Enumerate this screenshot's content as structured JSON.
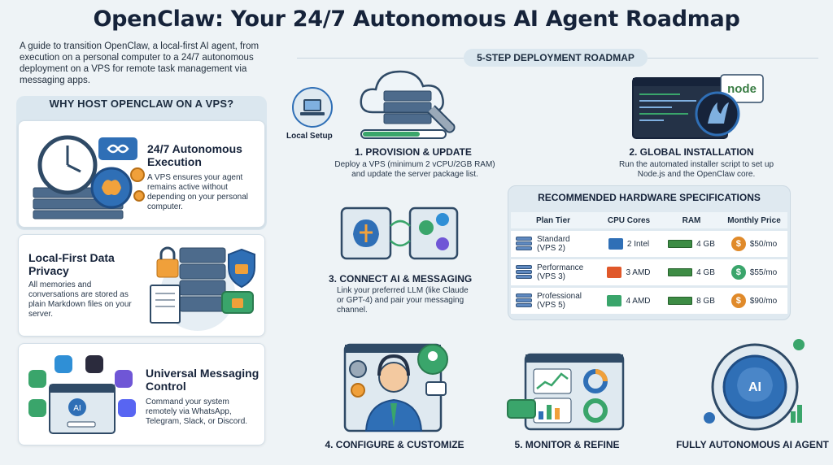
{
  "title": "OpenClaw: Your 24/7 Autonomous AI Agent Roadmap",
  "intro": "A guide to transition OpenClaw, a local-first AI agent, from execution on a personal computer to a 24/7 autonomous deployment on a VPS for remote task management via messaging apps.",
  "why": {
    "header": "WHY HOST OPENCLAW ON A VPS?",
    "cards": [
      {
        "title": "24/7 Autonomous Execution",
        "body": "A VPS ensures your agent remains active without depending on your personal computer."
      },
      {
        "title": "Local-First Data Privacy",
        "body": "All memories and conversations are stored as plain Markdown files on your server."
      },
      {
        "title": "Universal Messaging Control",
        "body": "Command your system remotely via WhatsApp, Telegram, Slack, or Discord."
      }
    ]
  },
  "roadmap": {
    "header": "5-STEP DEPLOYMENT ROADMAP",
    "local_setup": "Local Setup",
    "steps": [
      {
        "title": "1. PROVISION & UPDATE",
        "desc": "Deploy a VPS (minimum 2 vCPU/2GB RAM) and update the server package list."
      },
      {
        "title": "2. GLOBAL INSTALLATION",
        "desc": "Run the automated installer script to set up Node.js and the OpenClaw core."
      },
      {
        "title": "3. CONNECT AI & MESSAGING",
        "desc": "Link your preferred LLM (like Claude or GPT-4) and pair your messaging channel."
      },
      {
        "title": "4. CONFIGURE & CUSTOMIZE",
        "desc": ""
      },
      {
        "title": "5. MONITOR & REFINE",
        "desc": ""
      }
    ],
    "final": "FULLY AUTONOMOUS AI AGENT",
    "node_logo": "node",
    "ai_badge": "AI"
  },
  "hardware": {
    "title": "RECOMMENDED HARDWARE SPECIFICATIONS",
    "columns": [
      "Plan Tier",
      "CPU Cores",
      "RAM",
      "Monthly Price"
    ],
    "rows": [
      {
        "tier": "Standard (VPS 2)",
        "tier_a": "Standard",
        "tier_b": "(VPS 2)",
        "chip": "Intel",
        "cpu": "2 Intel",
        "ram": "4 GB",
        "price": "$50/mo",
        "coin_color": "#e08a2a"
      },
      {
        "tier": "Performance (VPS 3)",
        "tier_a": "Performance",
        "tier_b": "(VPS 3)",
        "chip": "AMD",
        "cpu": "3 AMD",
        "ram": "4 GB",
        "price": "$55/mo",
        "coin_color": "#3aa56b"
      },
      {
        "tier": "Professional (VPS 5)",
        "tier_a": "Professional",
        "tier_b": "(VPS 5)",
        "chip": "AMD",
        "cpu": "4 AMD",
        "ram": "8 GB",
        "price": "$90/mo",
        "coin_color": "#e08a2a"
      }
    ]
  },
  "colors": {
    "accent_blue": "#2f6fb6",
    "dark_navy": "#16233a",
    "orange": "#e8892b",
    "green": "#3aa56b"
  },
  "icons": [
    "clock-icon",
    "infinity-icon",
    "brain-icon",
    "gear-icon",
    "server-icon",
    "lock-icon",
    "shield-icon",
    "document-icon",
    "whatsapp-icon",
    "telegram-icon",
    "slack-icon",
    "discord-icon",
    "cloud-icon",
    "wrench-icon",
    "laptop-icon",
    "terminal-icon",
    "node-logo-icon",
    "claw-icon",
    "operator-icon",
    "dashboard-icon",
    "ai-chip-icon"
  ]
}
